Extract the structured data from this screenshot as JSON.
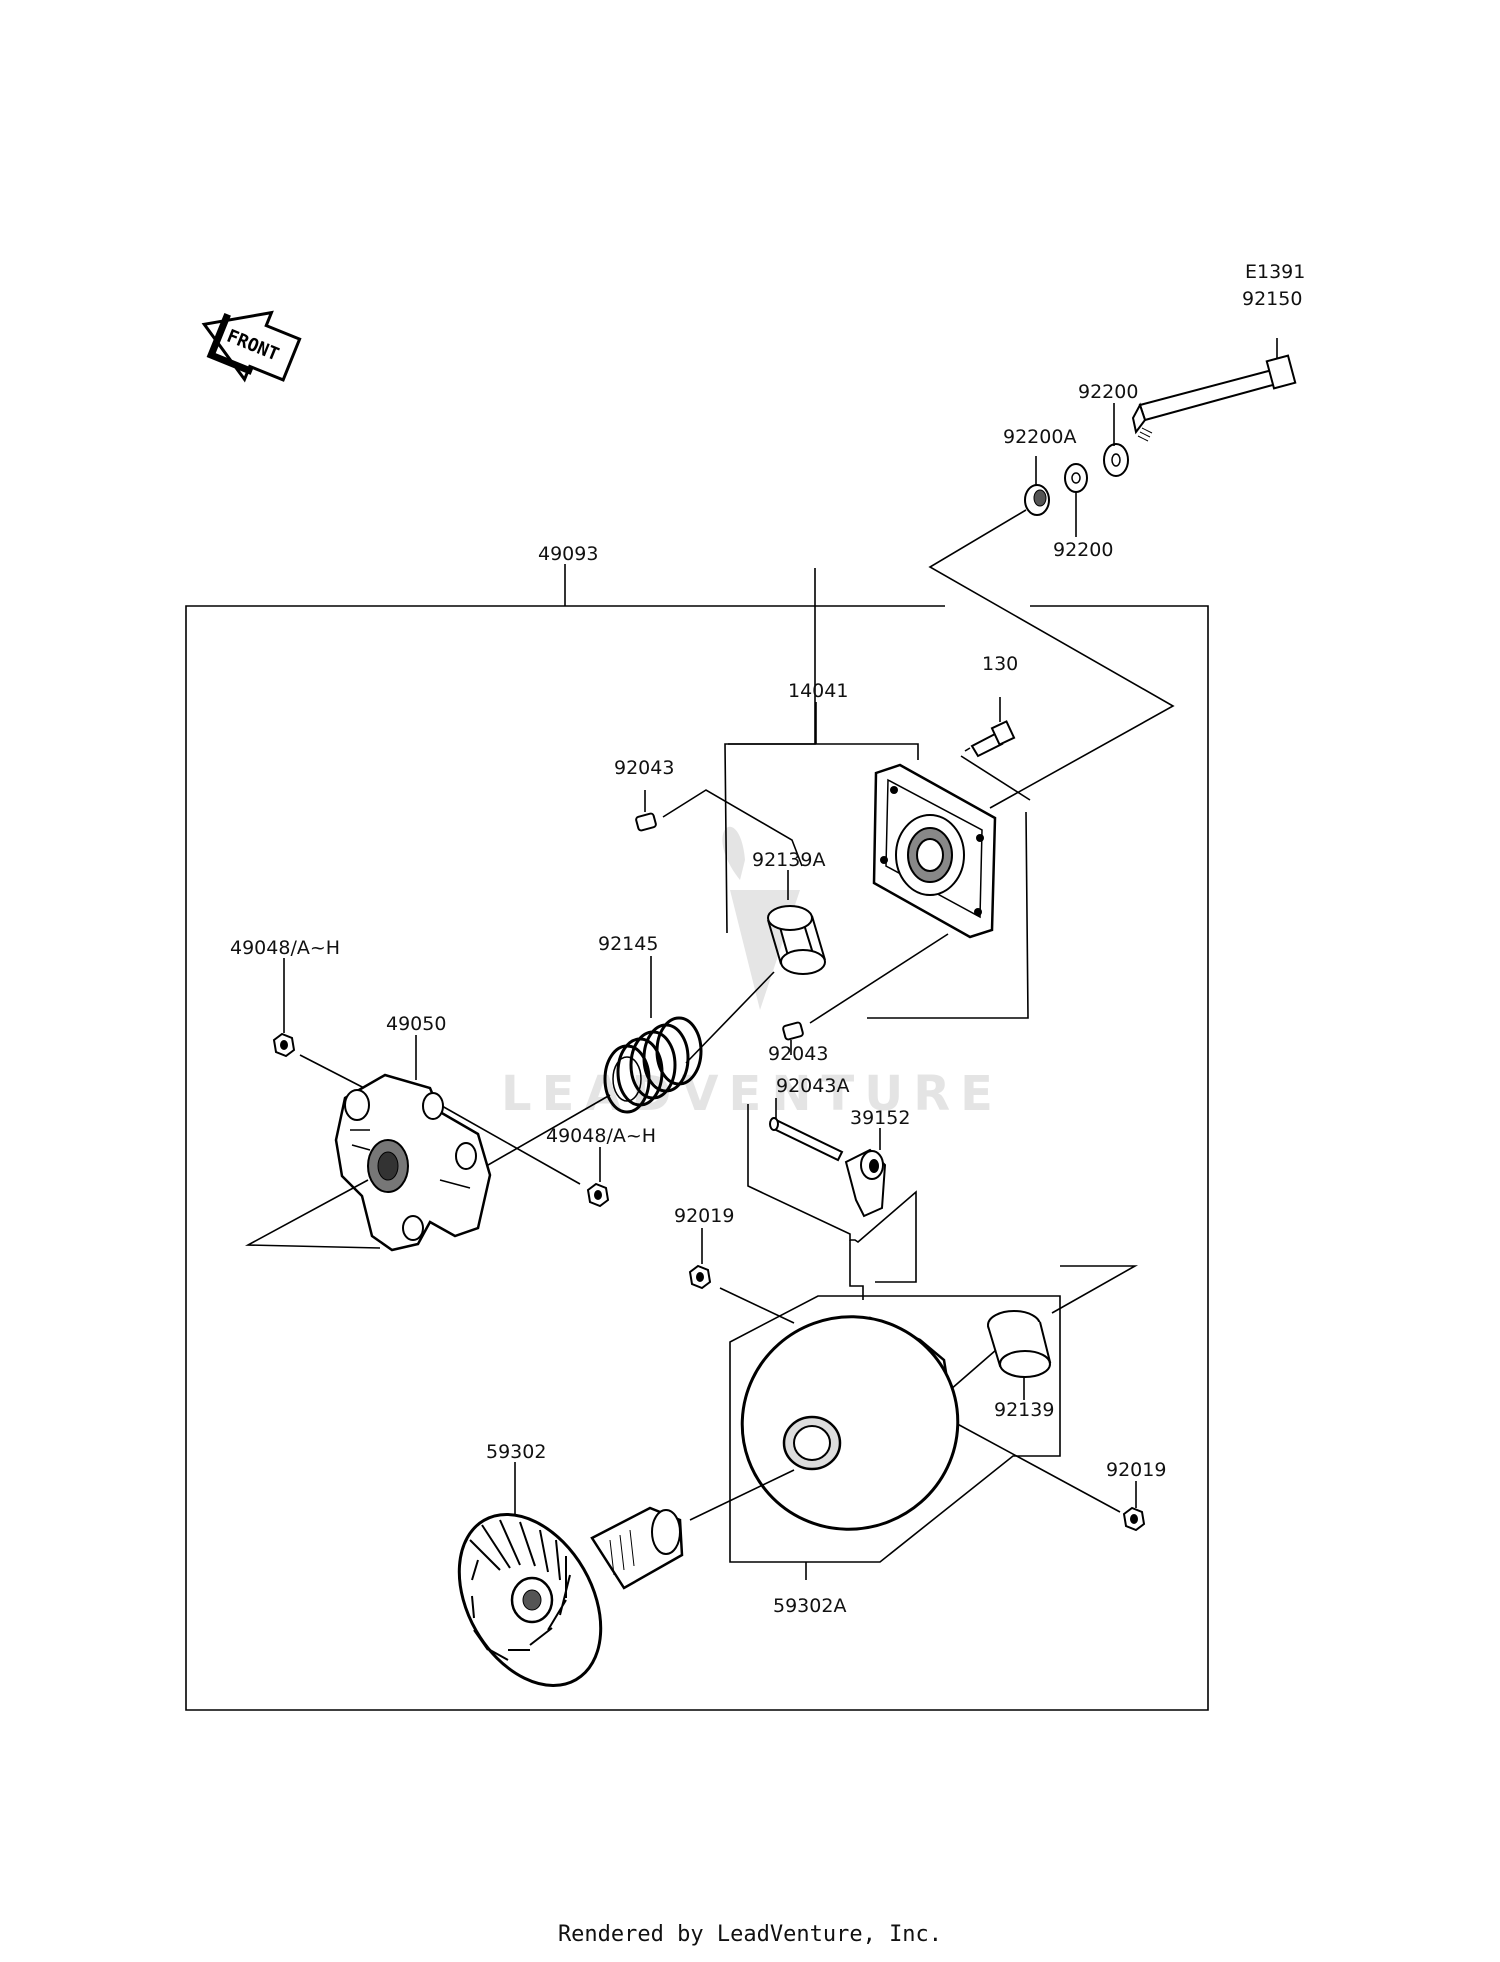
{
  "diagram_code": "E1391",
  "front_label": "FRONT",
  "watermark": "LEADVENTURE",
  "footer": "Rendered by LeadVenture, Inc.",
  "parts": {
    "p92150": "92150",
    "p92200_top": "92200",
    "p92200a": "92200A",
    "p92200_bottom": "92200",
    "p49093": "49093",
    "p130": "130",
    "p14041": "14041",
    "p92043_top": "92043",
    "p92139a": "92139A",
    "p92145": "92145",
    "p49048_left": "49048/A~H",
    "p49050": "49050",
    "p92043_mid": "92043",
    "p92043a": "92043A",
    "p39152": "39152",
    "p49048_right": "49048/A~H",
    "p92019_left": "92019",
    "p92139": "92139",
    "p92019_right": "92019",
    "p59302": "59302",
    "p59302a": "59302A"
  }
}
